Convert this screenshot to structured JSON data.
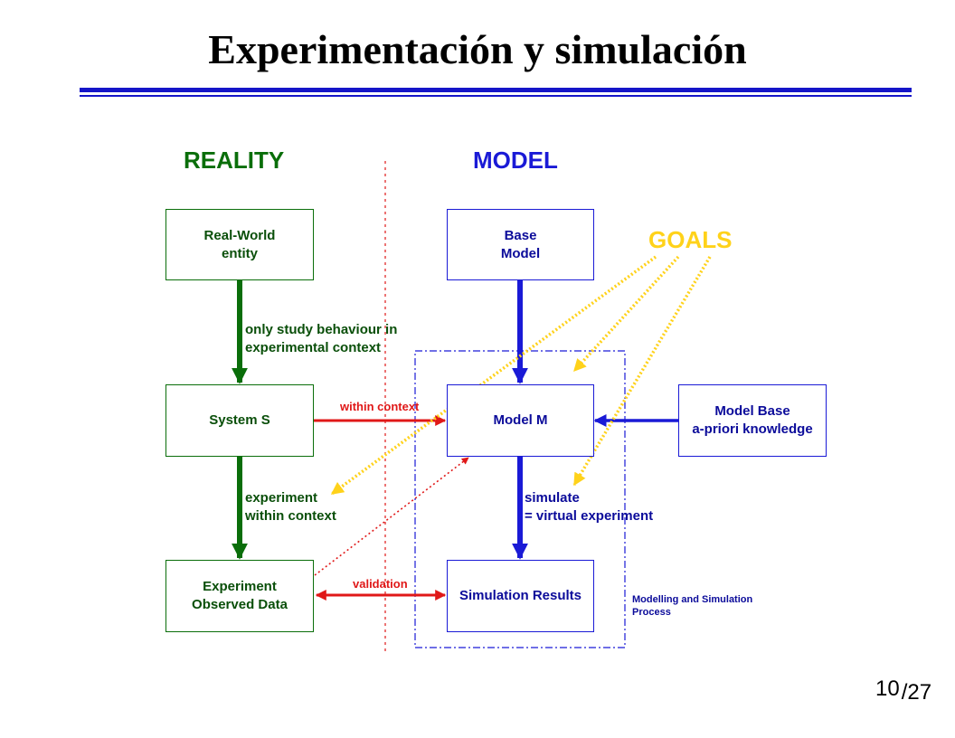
{
  "title": "Experimentación y simulación",
  "headings": {
    "reality": "REALITY",
    "model": "MODEL",
    "goals": "GOALS"
  },
  "boxes": {
    "real_world": [
      "Real-World",
      "entity"
    ],
    "system_s": [
      "System S"
    ],
    "experiment": [
      "Experiment",
      "Observed Data"
    ],
    "base_model": [
      "Base",
      "Model"
    ],
    "model_m": [
      "Model M"
    ],
    "simulation_results": [
      "Simulation Results"
    ],
    "model_base": [
      "Model Base",
      "a-priori knowledge"
    ]
  },
  "edge_labels": {
    "only_study": [
      "only study behaviour in",
      "experimental context"
    ],
    "experiment_within": [
      "experiment",
      "within context"
    ],
    "within_context": "within context",
    "validation": "validation",
    "simulate": [
      "simulate",
      "= virtual experiment"
    ]
  },
  "process_label": [
    "Modelling and Simulation",
    "Process"
  ],
  "page": {
    "current": "10",
    "total": "/27"
  },
  "colors": {
    "reality_green": "#0a6e0a",
    "model_blue": "#1a1ad6",
    "goals_yellow": "#ffd21a",
    "link_red": "#e01818",
    "rule_blue": "#1515c8"
  }
}
